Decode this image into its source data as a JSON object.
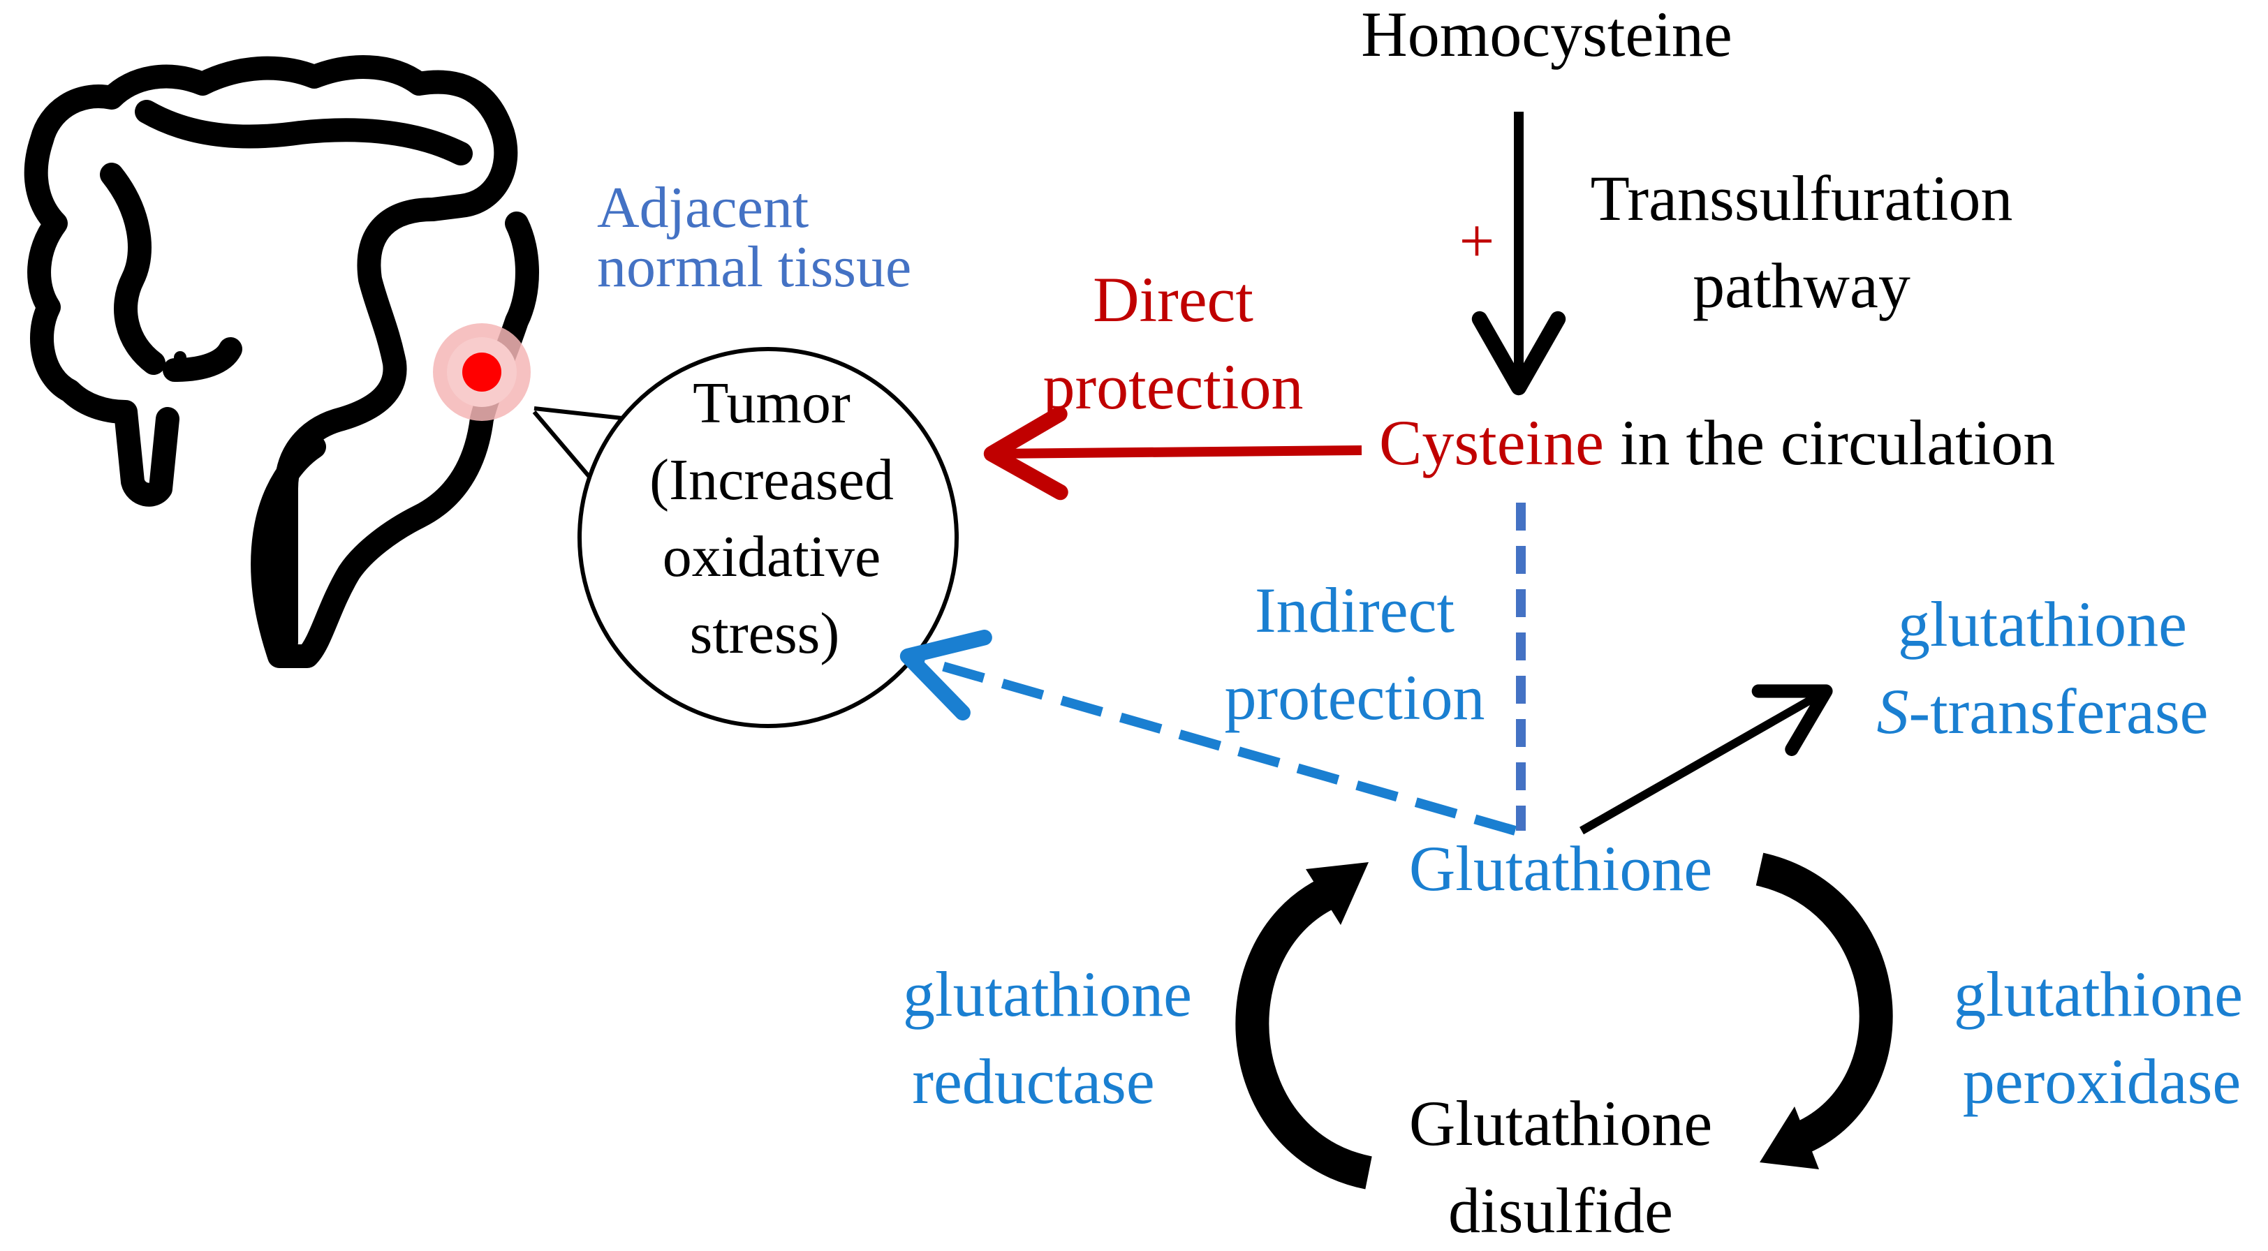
{
  "labels": {
    "homocysteine": "Homocysteine",
    "pathway_line1": "Transsulfuration",
    "pathway_line2": "pathway",
    "plus_sign": "+",
    "direct_line1": "Direct",
    "direct_line2": "protection",
    "cysteine_word": "Cysteine",
    "cysteine_rest": " in the circulation",
    "indirect_line1": "Indirect",
    "indirect_line2": "protection",
    "gst_line1": "glutathione",
    "gst_line2_italic": "S",
    "gst_line2_rest": "-transferase",
    "glutathione": "Glutathione",
    "gr_line1": "glutathione",
    "gr_line2": "reductase",
    "gpx_line1": "glutathione",
    "gpx_line2": "peroxidase",
    "gssg_line1": "Glutathione",
    "gssg_line2": "disulfide",
    "adjacent_line1": "Adjacent",
    "adjacent_line2": "normal tissue",
    "tumor_line1": "Tumor",
    "tumor_line2": "(Increased",
    "tumor_line3": "oxidative",
    "tumor_line4": "stress)"
  },
  "icons": {
    "colon": "colon-icon",
    "tumor_spot": "tumor-spot-icon"
  },
  "colors": {
    "black": "#000000",
    "red": "#c00000",
    "blue": "#1a7fd1",
    "slate_blue": "#4472c4",
    "tumor_red": "#ff0000",
    "tumor_glow": "#f4b6b6"
  }
}
